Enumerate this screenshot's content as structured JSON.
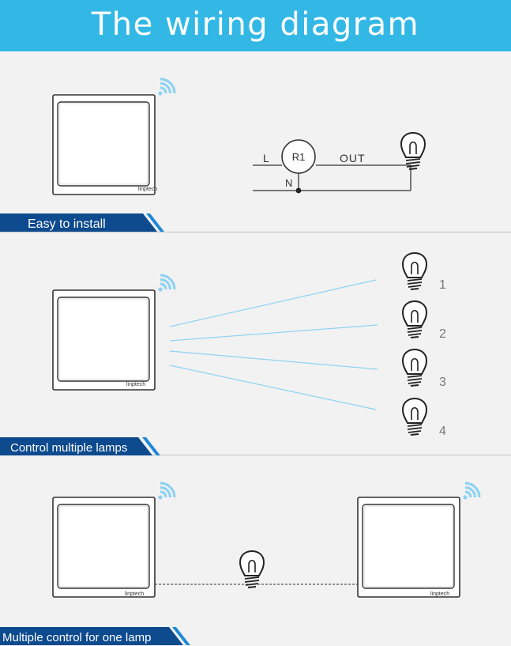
{
  "page": {
    "title": "The wiring diagram"
  },
  "sections": [
    {
      "label": "Easy to install",
      "switch_brand": "linptech",
      "circuit": {
        "live": "L",
        "neutral": "N",
        "relay": "R1",
        "output": "OUT"
      }
    },
    {
      "label": "Control multiple lamps",
      "switch_brand": "linptech",
      "lamp_numbers": [
        "1",
        "2",
        "3",
        "4"
      ]
    },
    {
      "label": "Multiple control for one lamp",
      "switch_brands": [
        "linptech",
        "linptech"
      ]
    }
  ],
  "colors": {
    "header": "#33b8e6",
    "label_dark": "#0d4a8e",
    "label_light": "#1e88d6",
    "signal_line": "#8fd2f2",
    "wifi_icon": "#8fd2f2"
  }
}
